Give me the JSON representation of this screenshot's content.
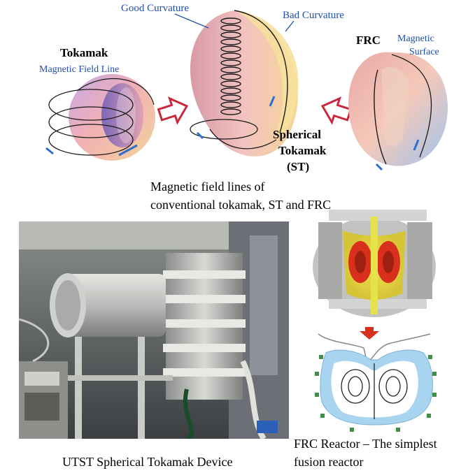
{
  "diagram": {
    "tokamak_title": "Tokamak",
    "tokamak_subtitle": "Magnetic Field Line",
    "good_curvature": "Good Curvature",
    "bad_curvature": "Bad Curvature",
    "frc_title": "FRC",
    "frc_subtitle_line1": "Magnetic",
    "frc_subtitle_line2": "Surface",
    "st_line1": "Spherical",
    "st_line2": "Tokamak",
    "st_line3": "(ST)",
    "caption_line1": "Magnetic field lines of",
    "caption_line2": "conventional tokamak, ST and FRC"
  },
  "photo": {
    "caption": "UTST Spherical Tokamak Device"
  },
  "reactor": {
    "caption_line1": "FRC Reactor – The simplest",
    "caption_line2": "fusion reactor"
  },
  "colors": {
    "arrow_outline": "#c8283c",
    "label_blue": "#1f4fa8",
    "field_line": "#1a1a1a",
    "surface_pink": "#e8a0a8",
    "surface_blue": "#9fb8e8",
    "reactor_red": "#d9301e",
    "reactor_yellow": "#e6e24a",
    "reactor_gray": "#b8b8b8",
    "blanket_blue": "#a9d4ef"
  }
}
